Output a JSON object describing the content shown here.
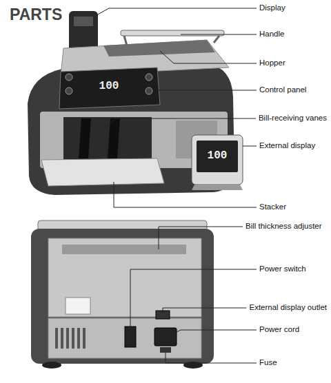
{
  "diagram": {
    "title": "PARTS",
    "labels": [
      "Display",
      "Handle",
      "Hopper",
      "100",
      "Control panel",
      "Bill-receiving vanes",
      "100",
      "External display",
      "Stacker",
      "Bill thickness adjuster",
      "Power switch",
      "External display outlet",
      "Power cord",
      "Fuse"
    ]
  }
}
